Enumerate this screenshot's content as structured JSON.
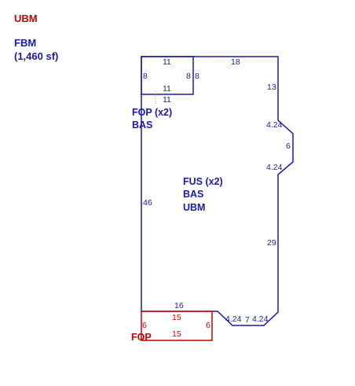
{
  "legend": {
    "line1": "UBM",
    "line2": "FBM",
    "line3": "(1,460 sf)"
  },
  "labels": {
    "fop_upper": "FOP (x2)",
    "bas_upper": "BAS",
    "fus_line1": "FUS (x2)",
    "fus_line2": "BAS",
    "fus_line3": "UBM",
    "fop_lower": "FOP"
  },
  "dimensions": {
    "top_left_box_top": "11",
    "top_left_box_left": "8",
    "top_left_box_right_inner": "8",
    "top_left_box_right_outer": "8",
    "top_left_box_bottom": "11",
    "top_left_box_bottom_outer": "11",
    "top_right": "18",
    "right_upper": "13",
    "bay_top_diag": "4.24",
    "bay_side": "6",
    "bay_bottom_diag": "4.24",
    "left": "46",
    "right_lower": "29",
    "bottom_left": "16",
    "bottom_diag_left": "4.24",
    "bottom_mid": "7",
    "bottom_diag_right": "4.24",
    "porch_top": "15",
    "porch_bottom": "15",
    "porch_left": "6",
    "porch_right": "6"
  },
  "colors": {
    "blue": "#1a1aaa",
    "red": "#cc0000",
    "gray": "#999999"
  }
}
